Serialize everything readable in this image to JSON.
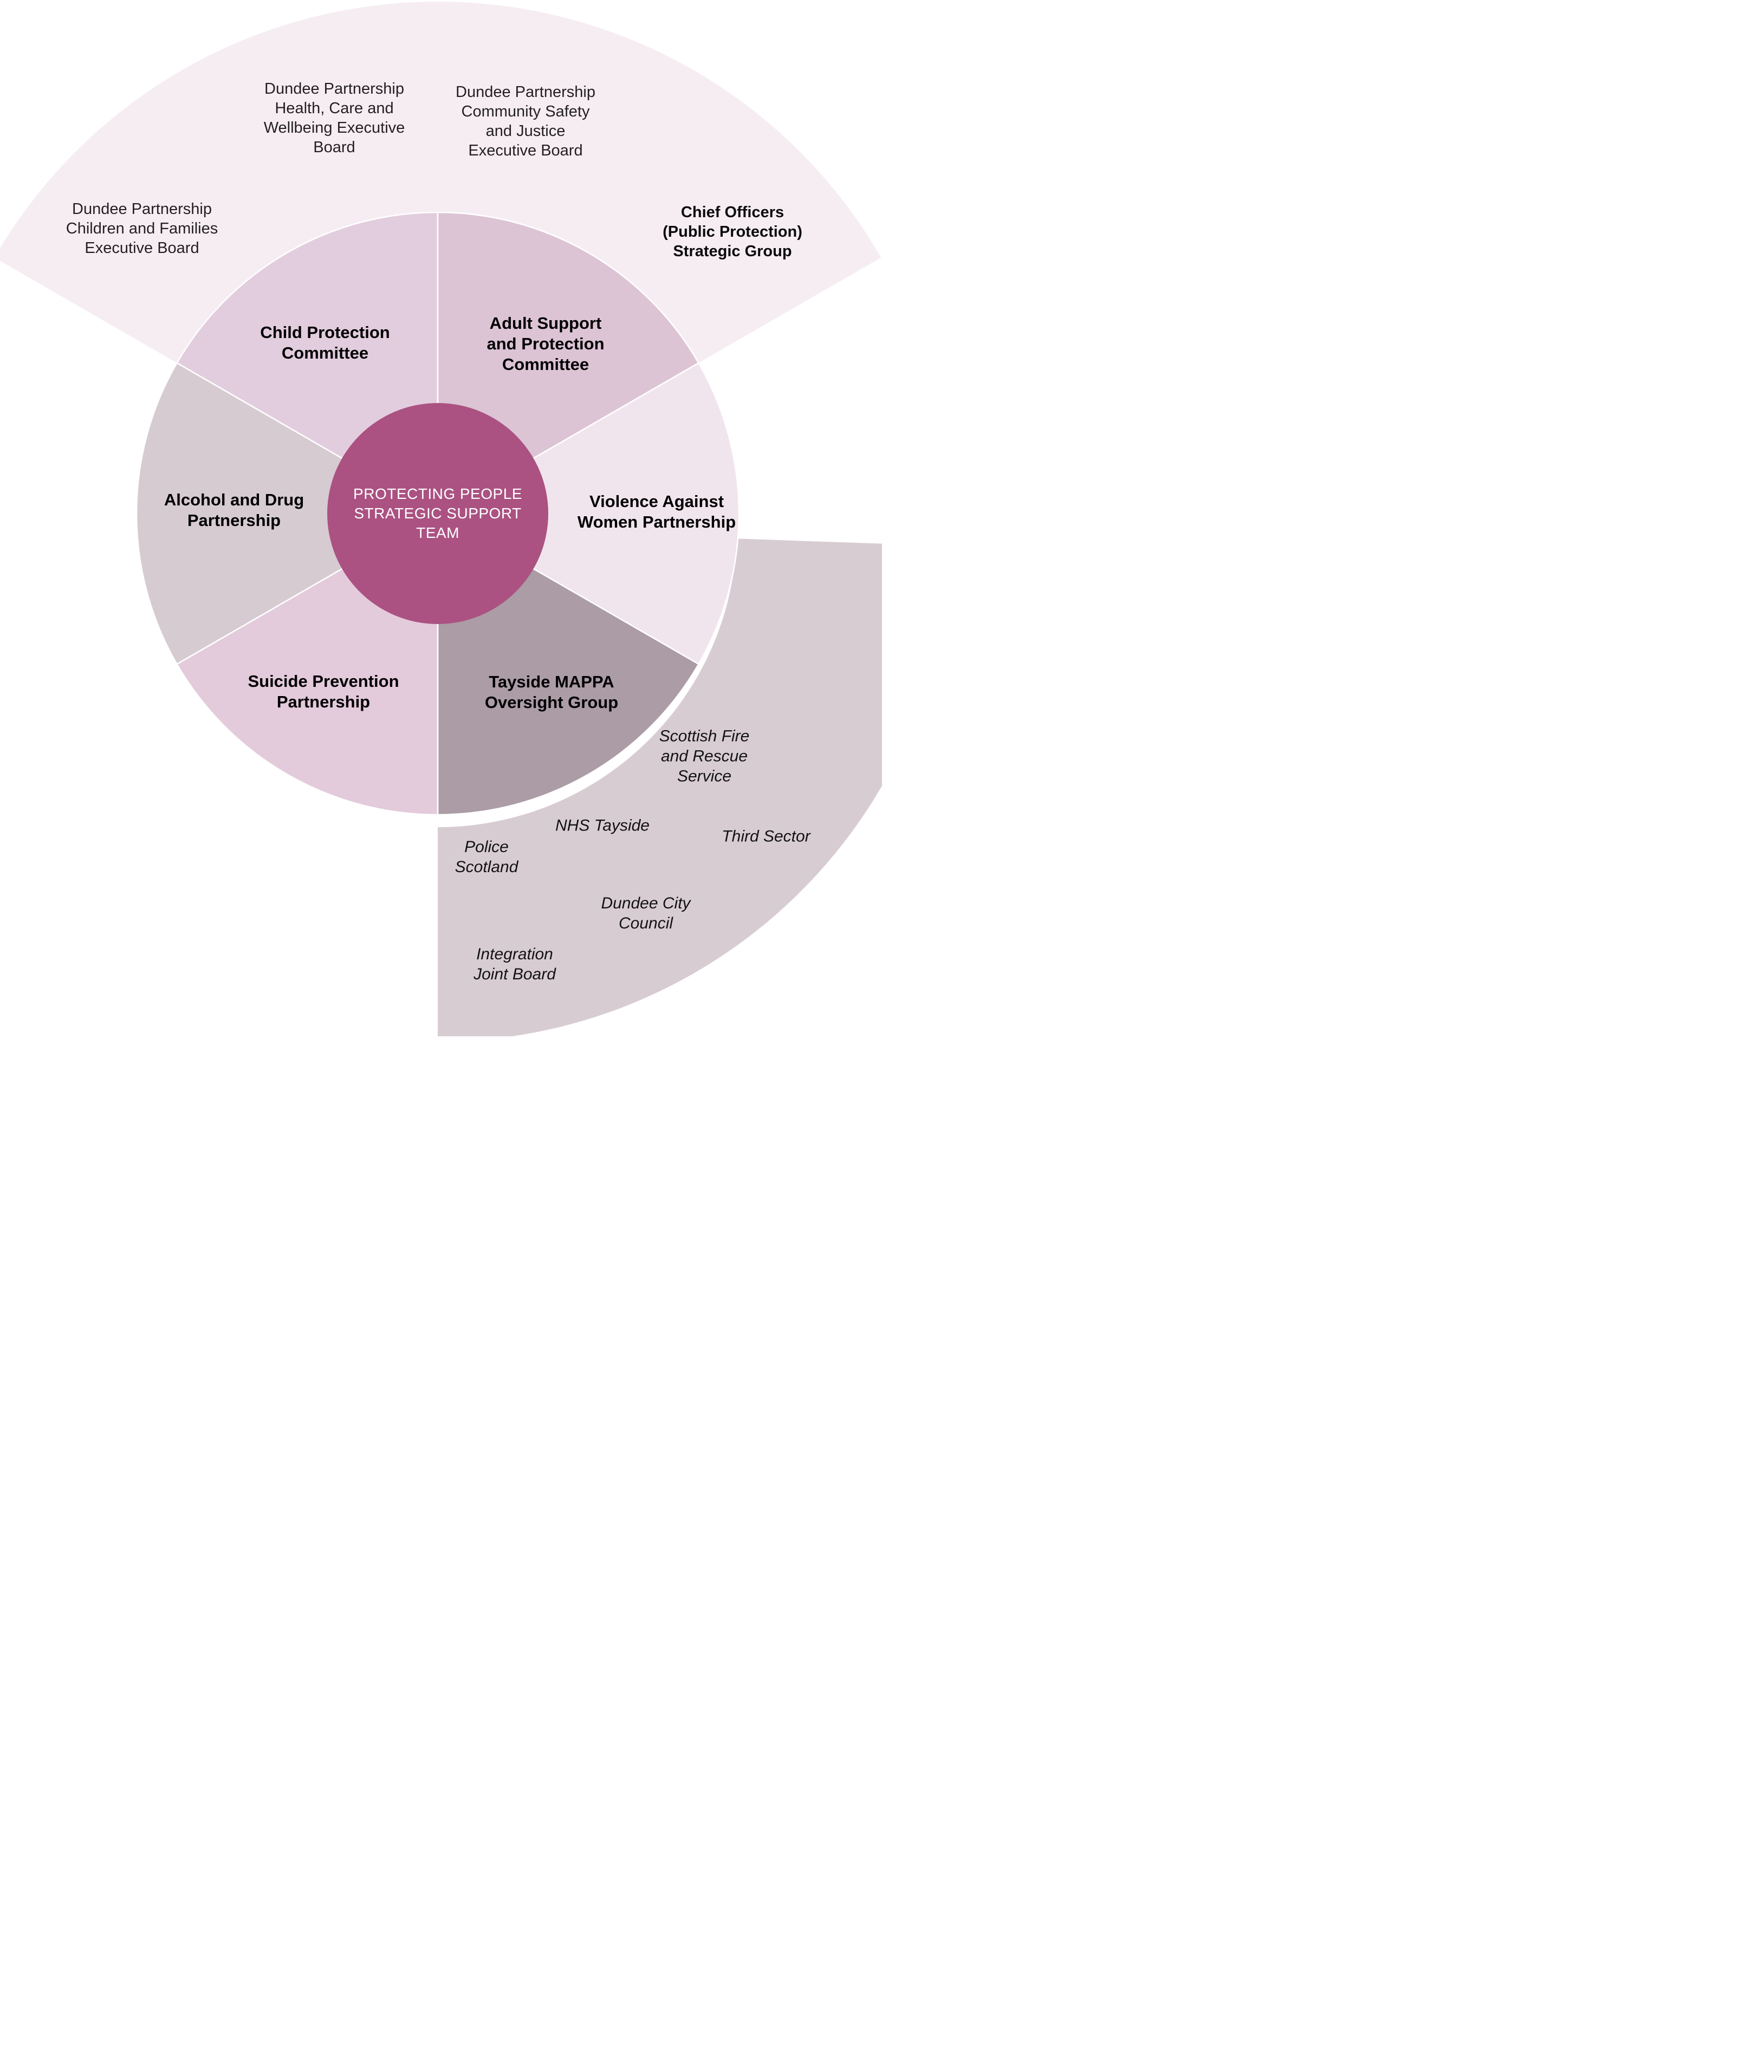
{
  "title": "Protecting People strategic governance wheel diagram",
  "colors": {
    "page_bg": "#ffffff",
    "outer_top_arc": "#f6edf3",
    "outer_bottom_arc": "#d8ccd3",
    "segment_child_protection": "#e2cdde",
    "segment_adult_support": "#dcc4d5",
    "segment_vaw": "#f1e5ed",
    "segment_mappa": "#ab9ca6",
    "segment_suicide_prevention": "#e3cbdb",
    "segment_alcohol_drug": "#d5cbd1",
    "center_circle": "#ab5282",
    "center_text": "#ffffff",
    "label_text": "#231f20"
  },
  "center": {
    "label": "PROTECTING PEOPLE\nSTRATEGIC SUPPORT\nTEAM"
  },
  "wheel": {
    "child_protection": "Child Protection\nCommittee",
    "adult_support": "Adult Support\nand Protection\nCommittee",
    "vaw": "Violence Against\nWomen Partnership",
    "mappa": "Tayside MAPPA\nOversight Group",
    "suicide_prevention": "Suicide Prevention\nPartnership",
    "alcohol_drug": "Alcohol and Drug\nPartnership"
  },
  "outer_top": {
    "children_families": "Dundee Partnership\nChildren and Families\nExecutive Board",
    "health_care": "Dundee Partnership\nHealth, Care and\nWellbeing Executive\nBoard",
    "community_safety": "Dundee Partnership\nCommunity Safety\nand Justice\nExecutive Board",
    "chief_officers": "Chief Officers\n(Public Protection)\nStrategic Group"
  },
  "outer_bottom": {
    "fire_rescue": "Scottish Fire\nand Rescue\nService",
    "nhs": "NHS Tayside",
    "third_sector": "Third Sector",
    "police": "Police\nScotland",
    "council": "Dundee City\nCouncil",
    "ijb": "Integration\nJoint Board"
  }
}
